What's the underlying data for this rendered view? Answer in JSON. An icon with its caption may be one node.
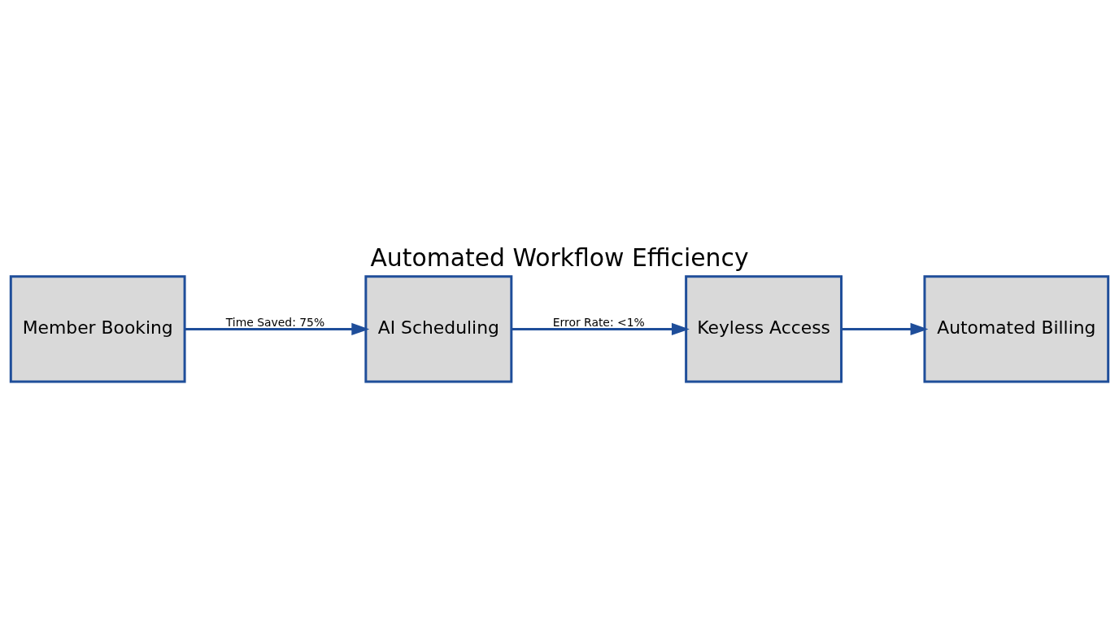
{
  "diagram": {
    "title": "Automated Workflow Efficiency",
    "nodes": [
      {
        "text": [
          "Member Booking"
        ]
      },
      {
        "text": [
          "AI Scheduling"
        ]
      },
      {
        "text": [
          "Keyless Access"
        ]
      },
      {
        "text": [
          "Automated Billing"
        ]
      }
    ],
    "edges": [
      {
        "from": 0,
        "to": 1,
        "arrow": "to",
        "label": "Time Saved: 75%"
      },
      {
        "from": 1,
        "to": 2,
        "arrow": "to",
        "label": "Error Rate: <1%"
      },
      {
        "from": 2,
        "to": 3,
        "arrow": "to"
      }
    ]
  }
}
